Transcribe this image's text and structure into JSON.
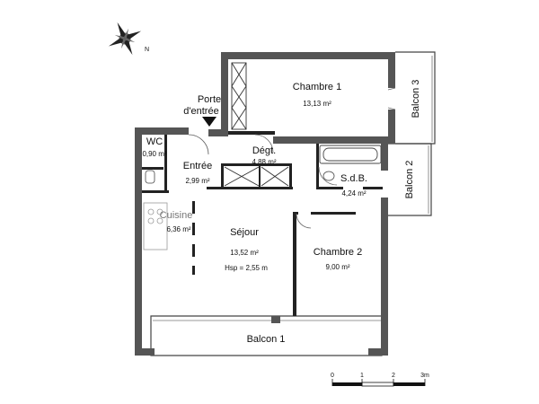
{
  "rooms": {
    "chambre1": {
      "name": "Chambre 1",
      "area": "13,13 m²"
    },
    "balcon3": {
      "name": "Balcon 3"
    },
    "wc": {
      "name": "WC",
      "area": "0,90 m²"
    },
    "entree": {
      "name": "Entrée",
      "area": "2,99 m²"
    },
    "porte": {
      "line1": "Porte",
      "line2": "d'entrée"
    },
    "degt": {
      "name": "Dégt.",
      "area": "4,88 m²"
    },
    "sdb": {
      "name": "S.d.B.",
      "area": "4,24 m²"
    },
    "balcon2": {
      "name": "Balcon 2"
    },
    "cuisine": {
      "name": "Cuisine",
      "area": "6,36 m²"
    },
    "sejour": {
      "name": "Séjour",
      "area": "13,52 m²",
      "hsp": "Hsp = 2,55 m"
    },
    "chambre2": {
      "name": "Chambre 2",
      "area": "9,00 m²"
    },
    "balcon1": {
      "name": "Balcon 1"
    }
  },
  "compass": {
    "north": "N"
  },
  "scale": {
    "labels": [
      "0",
      "1",
      "2",
      "3m"
    ]
  }
}
